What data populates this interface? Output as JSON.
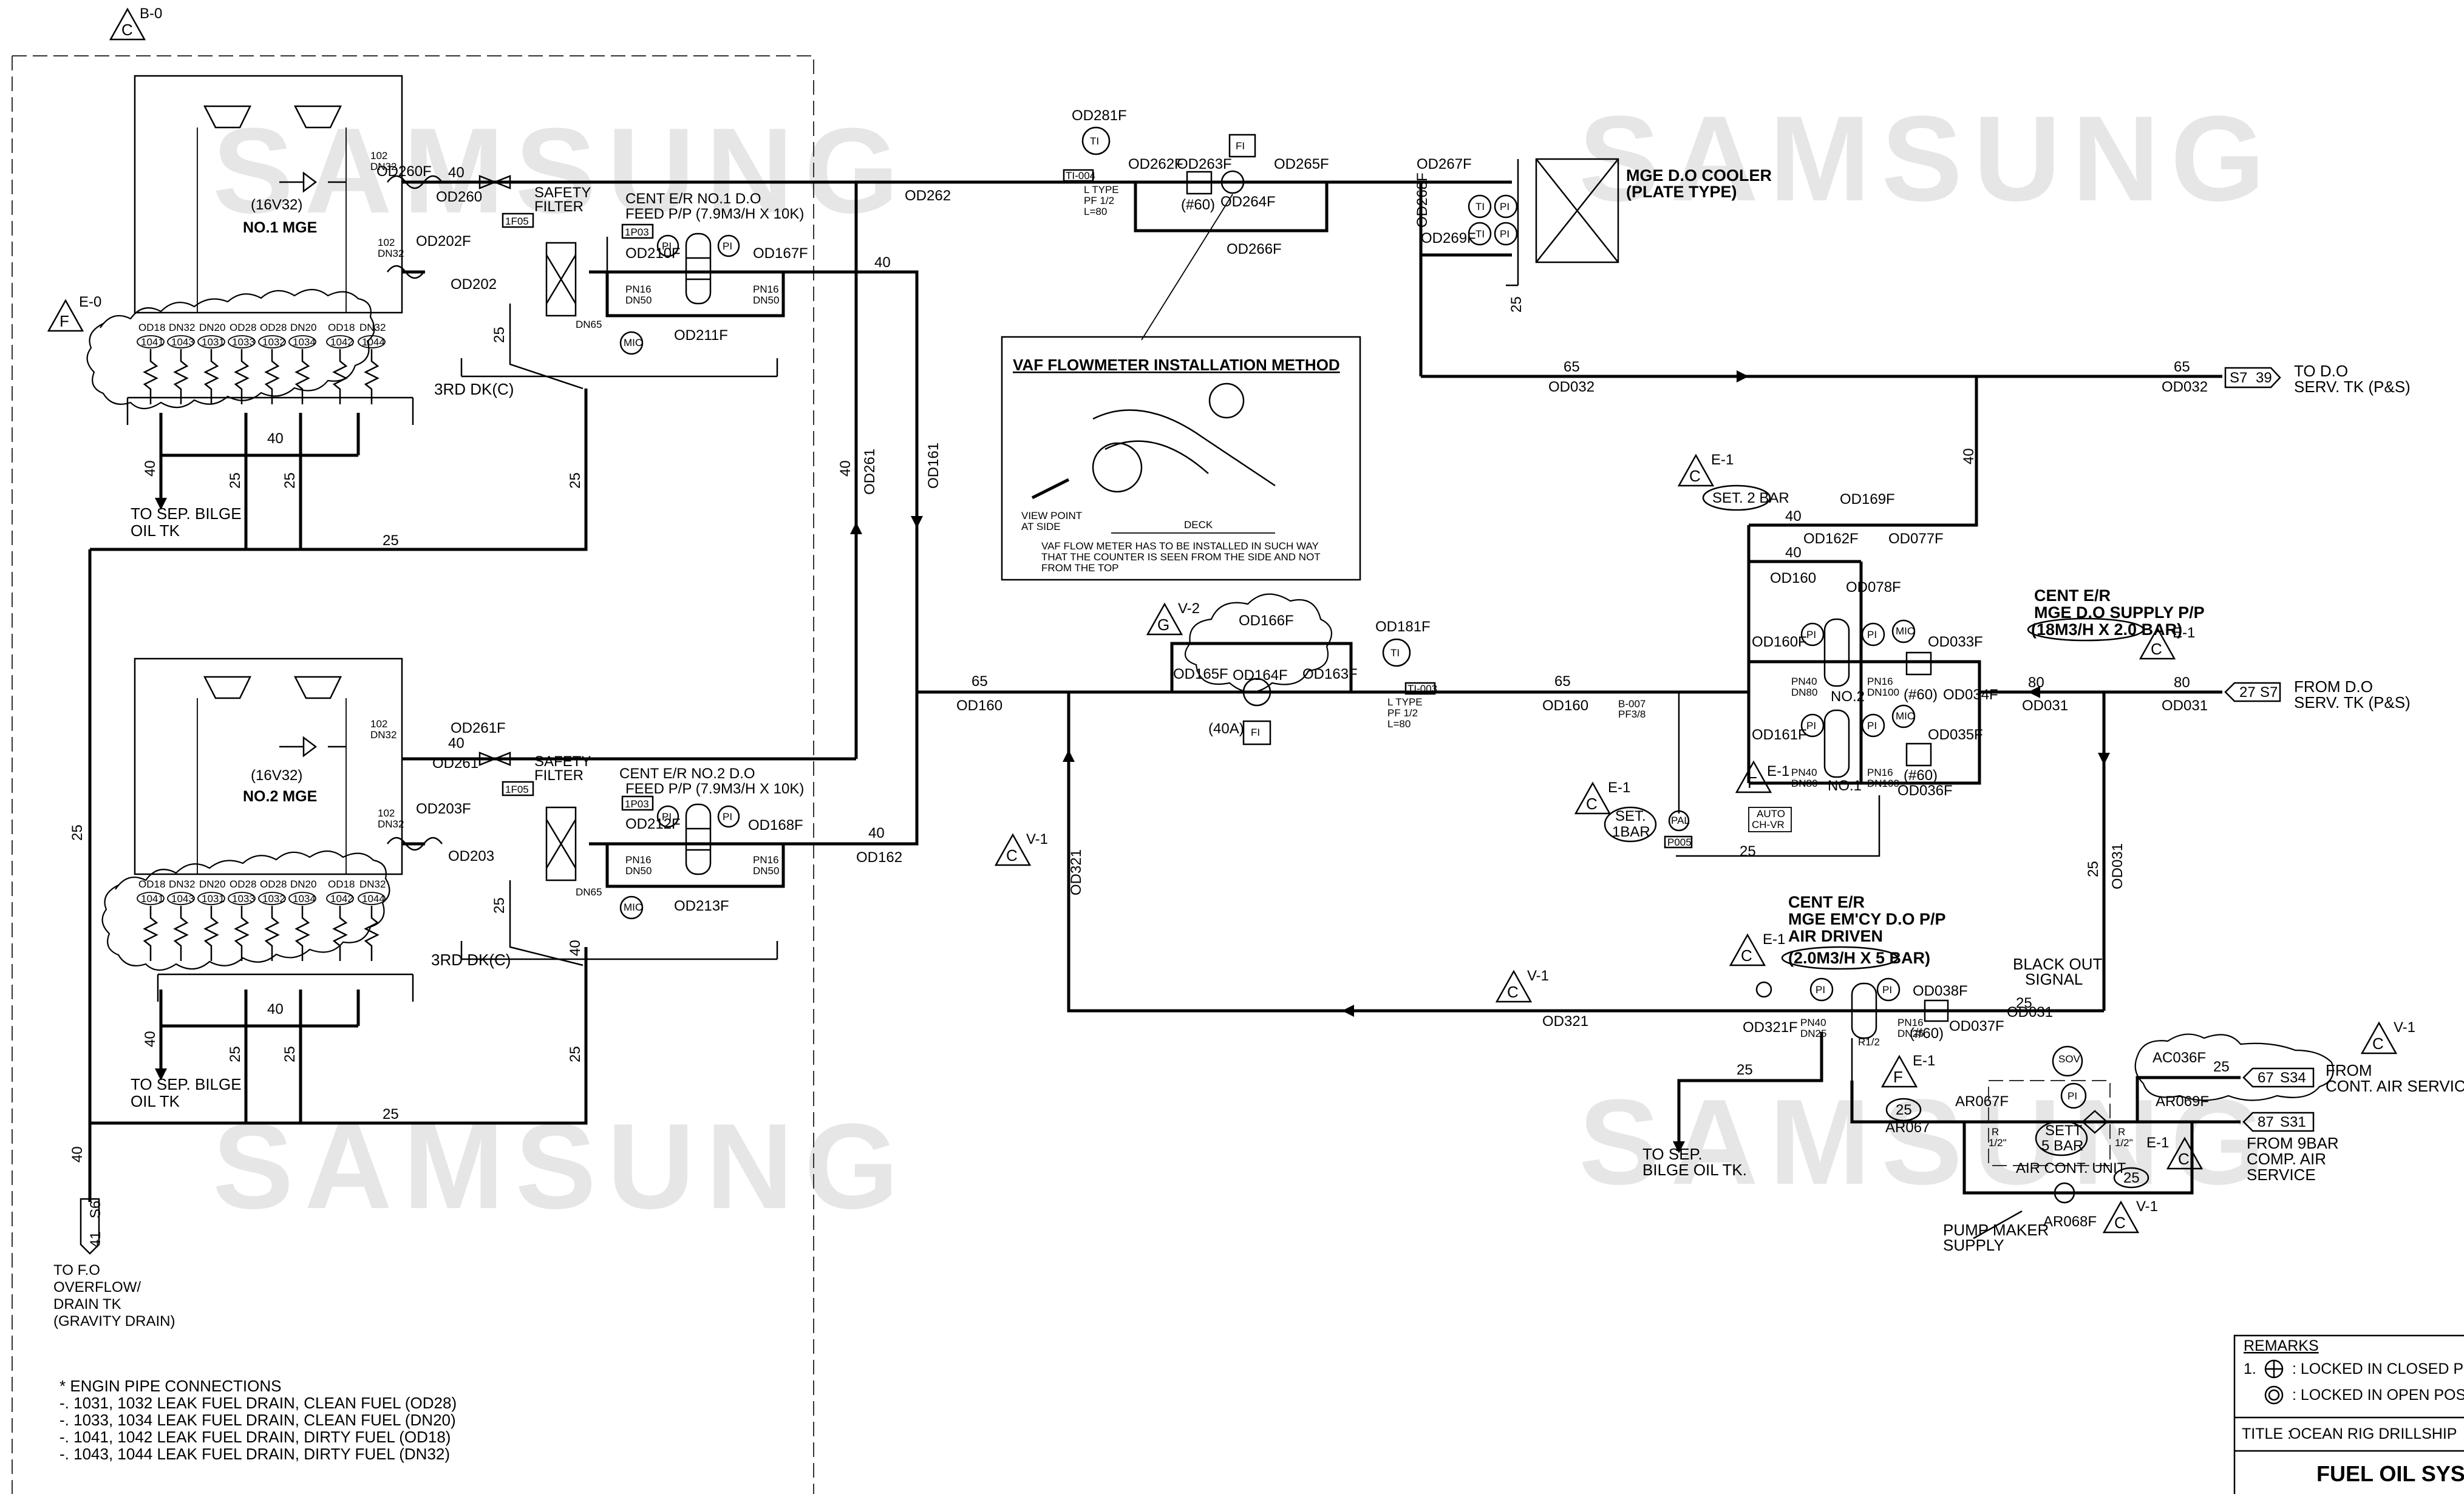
{
  "watermark": "SAMSUNG",
  "revisions": {
    "c_b0": "B-0",
    "f_e0": "E-0",
    "c_e1": "E-1",
    "g_v2": "V-2",
    "c_v1": "V-1",
    "f_e1": "E-1",
    "c": "C",
    "f": "F",
    "g": "G"
  },
  "engines": {
    "no1": {
      "name": "NO.1 MGE",
      "model": "(16V32)",
      "deck": "3RD DK(C)"
    },
    "no2": {
      "name": "NO.2 MGE",
      "model": "(16V32)",
      "deck": "3RD DK(C)"
    }
  },
  "connections_header": [
    "OD18",
    "DN32",
    "DN20",
    "OD28",
    "OD28",
    "DN20",
    "OD18",
    "DN32"
  ],
  "connections_tags": [
    "1041",
    "1043",
    "1031",
    "1033",
    "1032",
    "1034",
    "1042",
    "1044"
  ],
  "filters": {
    "label1": "SAFETY",
    "label2": "FILTER",
    "tag": "1F05",
    "dn": "DN65"
  },
  "pumps": {
    "no1_title": "CENT E/R NO.1 D.O",
    "no1_spec": "FEED P/P (7.9M3/H X 10K)",
    "no2_title": "CENT E/R NO.2 D.O",
    "no2_spec": "FEED P/P (7.9M3/H X 10K)",
    "tag1": "1P03",
    "tag2": "1P03"
  },
  "valves": {
    "od260f": "OD260F",
    "od260": "OD260",
    "od202f": "OD202F",
    "od202": "OD202",
    "od210f": "OD210F",
    "od211f": "OD211F",
    "od167f": "OD167F",
    "od261f": "OD261F",
    "od261": "OD261",
    "od203f": "OD203F",
    "od203": "OD203",
    "od212f": "OD212F",
    "od213f": "OD213F",
    "od168f": "OD168F",
    "od281f": "OD281F",
    "od262f": "OD262F",
    "od263f": "OD263F",
    "od264f": "OD264F",
    "od265f": "OD265F",
    "od266f": "OD266F",
    "od267f": "OD267F",
    "od268f": "OD268F",
    "od269f": "OD269F",
    "od181f": "OD181F",
    "od166f": "OD166F",
    "od165f": "OD165F",
    "od164f": "OD164F",
    "od163f": "OD163F",
    "od169f": "OD169F",
    "od162f": "OD162F",
    "od077f": "OD077F",
    "od078f": "OD078F",
    "od160f": "OD160F",
    "od161f": "OD161F",
    "od033f": "OD033F",
    "od034f": "OD034F",
    "od035f": "OD035F",
    "od036f": "OD036F",
    "od038f": "OD038F",
    "od037f": "OD037F",
    "od321f": "OD321F",
    "ac036f": "AC036F",
    "ar069f": "AR069F",
    "ar067f": "AR067F",
    "ar068f": "AR068F"
  },
  "lines": {
    "od262": "OD262",
    "od261": "OD261",
    "od161": "OD161",
    "od160": "OD160",
    "od162": "OD162",
    "od032": "OD032",
    "od031": "OD031",
    "od321": "OD321",
    "ar067": "AR067"
  },
  "sizes": {
    "s40": "40",
    "s25": "25",
    "s65": "65",
    "s80": "80",
    "s102": "102",
    "dn32": "DN32"
  },
  "cooler": {
    "title": "MGE D.O COOLER",
    "sub": "(PLATE TYPE)"
  },
  "flowmeter_box": {
    "title": "VAF FLOWMETER INSTALLATION METHOD",
    "view": "VIEW POINT",
    "side": "AT SIDE",
    "deck": "DECK",
    "note1": "VAF FLOW METER HAS TO BE INSTALLED IN SUCH WAY",
    "note2": "THAT THE COUNTER IS SEEN FROM THE SIDE AND NOT",
    "note3": "FROM THE TOP"
  },
  "ti": {
    "label": "TI",
    "ltype": "L TYPE",
    "pf": "PF 1/2",
    "len": "L=80",
    "tag1": "TI-004",
    "tag2": "TI-003"
  },
  "fi": {
    "label": "FI",
    "size": "(#60)",
    "size40": "(40A)"
  },
  "supply_pump": {
    "t1": "CENT E/R",
    "t2": "MGE D.O SUPPLY P/P",
    "t3": "(18M3/H X 2.0 BAR)",
    "no1": "NO.1",
    "no2": "NO.2"
  },
  "emcy_pump": {
    "t1": "CENT E/R",
    "t2": "MGE EM'CY D.O P/P",
    "t3": "AIR DRIVEN",
    "t4": "(2.0M3/H X 5 BAR)"
  },
  "set2bar": "SET. 2 BAR",
  "set1bar": [
    "SET.",
    "1BAR"
  ],
  "autochvr": [
    "AUTO",
    "CH-VR"
  ],
  "pal": "PAL",
  "p005": "P005",
  "pf38": "PF3/8",
  "b007": "B-007",
  "sett5bar": [
    "SETT",
    "5 BAR"
  ],
  "air_cont": "AIR CONT. UNIT",
  "black_out": [
    "BLACK OUT",
    "SIGNAL"
  ],
  "sov": "SOV",
  "pump_maker": [
    "PUMP MAKER",
    "SUPPLY"
  ],
  "pi": "PI",
  "mic": "MIC",
  "pn16": "PN16",
  "pn40": "PN40",
  "dn50": "DN50",
  "dn80": "DN80",
  "dn100": "DN100",
  "dn25": "DN25",
  "r12": "R1/2",
  "half": "1/2\"",
  "r": "R",
  "offpage": {
    "s7": {
      "a": "S7",
      "b": "39",
      "t1": "TO D.O",
      "t2": "SERV. TK (P&S)"
    },
    "s27": {
      "a": "27",
      "b": "S7",
      "t1": "FROM D.O",
      "t2": "SERV. TK (P&S)"
    },
    "s34": {
      "a": "67",
      "b": "S34",
      "t1": "FROM",
      "t2": "CONT. AIR SERVICE"
    },
    "s31": {
      "a": "87",
      "b": "S31",
      "t1": "FROM 9BAR",
      "t2": "COMP. AIR",
      "t3": "SERVICE"
    },
    "s6": {
      "a": "41",
      "b": "S6",
      "t1": "TO F.O",
      "t2": "OVERFLOW/",
      "t3": "DRAIN TK",
      "t4": "(GRAVITY DRAIN)"
    }
  },
  "to_bilge": {
    "t1": "TO SEP. BILGE",
    "t2": "OIL TK"
  },
  "to_bilge2": "TO SEP.",
  "to_bilge3": "BILGE OIL TK.",
  "notes": {
    "head": "* ENGIN PIPE CONNECTIONS",
    "l1": "-. 1031, 1032   LEAK FUEL DRAIN, CLEAN FUEL (OD28)",
    "l2": "-. 1033, 1034   LEAK FUEL DRAIN, CLEAN FUEL (DN20)",
    "l3": "-. 1041, 1042   LEAK FUEL DRAIN, DIRTY FUEL (OD18)",
    "l4": "-. 1043, 1044   LEAK FUEL DRAIN, DIRTY FUEL (DN32)"
  },
  "title_block": {
    "remarks": "REMARKS",
    "r1": "1.",
    "locked_closed": ": LOCKED  IN CLOSED POS",
    "locked_open": ": LOCKED  IN OPEN POSITI",
    "title_label": "TITLE :",
    "title_value": "OCEAN RIG DRILLSHIP",
    "system": "FUEL OIL SYSTE"
  }
}
